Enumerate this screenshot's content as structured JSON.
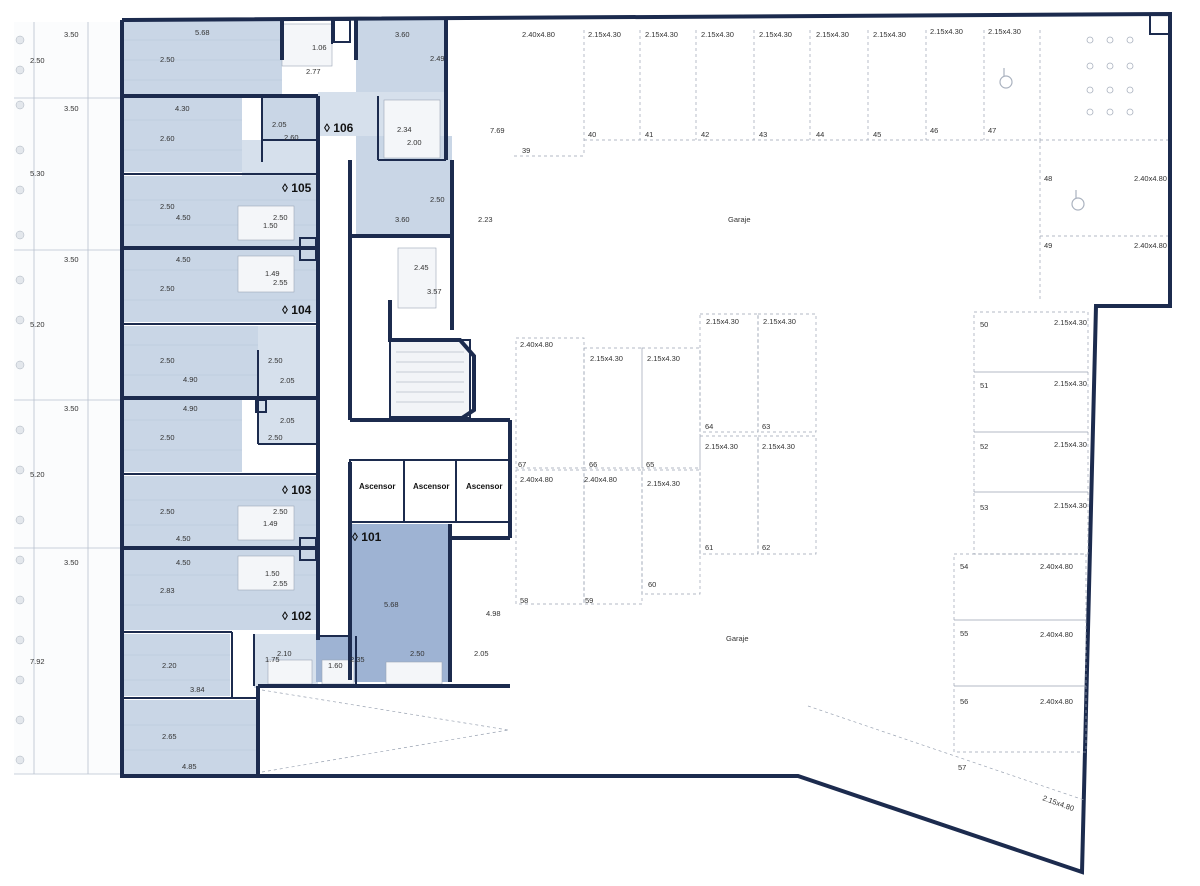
{
  "units": {
    "u106": "◊ 106",
    "u105": "◊ 105",
    "u104": "◊ 104",
    "u103": "◊ 103",
    "u102": "◊ 102",
    "u101": "◊ 101"
  },
  "labels": {
    "garage_top": "Garaje",
    "garage_bottom": "Garaje",
    "elevator_1": "Ascensor",
    "elevator_2": "Ascensor",
    "elevator_3": "Ascensor"
  },
  "terrace_dims": {
    "t1": "3.50",
    "t2": "2.50",
    "t3": "3.50",
    "t4": "5.30",
    "t5": "3.50",
    "t6": "5.20",
    "t7": "3.50",
    "t8": "5.20",
    "t9": "3.50",
    "t10": "7.92"
  },
  "room_dims": {
    "r1": "5.68",
    "r2": "2.50",
    "r3": "1.06",
    "r4": "2.77",
    "r5": "3.60",
    "r6": "2.49",
    "r7": "4.30",
    "r8": "2.60",
    "r9": "2.05",
    "r10": "2.60",
    "r11": "2.34",
    "r12": "2.00",
    "r13": "7.69",
    "r14": "2.50",
    "r15": "4.50",
    "r16": "2.50",
    "r17": "1.50",
    "r18": "2.50",
    "r19": "3.60",
    "r20": "2.23",
    "r21": "4.50",
    "r22": "1.49",
    "r23": "2.55",
    "r24": "2.50",
    "r25": "2.45",
    "r26": "3.57",
    "r27": "2.50",
    "r28": "4.90",
    "r29": "2.50",
    "r30": "2.05",
    "r31": "4.90",
    "r32": "2.50",
    "r33": "2.05",
    "r34": "2.50",
    "r35": "4.50",
    "r36": "2.50",
    "r37": "1.49",
    "r38": "4.50",
    "r39": "1.50",
    "r40": "2.55",
    "r41": "2.83",
    "r42": "5.68",
    "r43": "4.98",
    "r44": "2.10",
    "r45": "1.75",
    "r46": "2.20",
    "r47": "1.60",
    "r48": "2.35",
    "r49": "2.50",
    "r50": "2.05",
    "r51": "3.84",
    "r52": "2.65",
    "r53": "4.85"
  },
  "parking_sizes": {
    "s1": "2.40x4.80",
    "s2": "2.15x4.30",
    "s3": "2.15x4.30",
    "s4": "2.15x4.30",
    "s5": "2.15x4.30",
    "s6": "2.15x4.30",
    "s7": "2.15x4.30",
    "s8": "2.15x4.30",
    "s9": "2.15x4.30",
    "s10": "2.40x4.80",
    "s11": "2.40x4.80",
    "s12": "2.15x4.30",
    "s13": "2.15x4.30",
    "s14": "2.40x4.80",
    "s15": "2.15x4.30",
    "s16": "2.15x4.30",
    "s17": "2.15x4.30",
    "s18": "2.15x4.30",
    "s19": "2.40x4.80",
    "s20": "2.40x4.80",
    "s21": "2.15x4.30",
    "s22": "2.15x4.30",
    "s23": "2.15x4.30",
    "s24": "2.15x4.30",
    "s25": "2.15x4.30",
    "s26": "2.40x4.80",
    "s27": "2.40x4.80",
    "s28": "2.40x4.80",
    "s29": "2.15x4.80"
  },
  "parking_numbers": {
    "p39": "39",
    "p40": "40",
    "p41": "41",
    "p42": "42",
    "p43": "43",
    "p44": "44",
    "p45": "45",
    "p46": "46",
    "p47": "47",
    "p48": "48",
    "p49": "49",
    "p50": "50",
    "p51": "51",
    "p52": "52",
    "p53": "53",
    "p54": "54",
    "p55": "55",
    "p56": "56",
    "p57": "57",
    "p58": "58",
    "p59": "59",
    "p60": "60",
    "p61": "61",
    "p62": "62",
    "p63": "63",
    "p64": "64",
    "p65": "65",
    "p66": "66",
    "p67": "67"
  },
  "colors": {
    "wall": "#1c2b4e",
    "room": "#c9d6e6",
    "selected_unit": "#9eb3d3"
  }
}
